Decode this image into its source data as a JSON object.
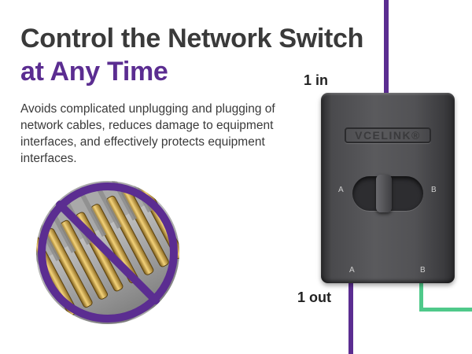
{
  "headline": {
    "line1": "Control the Network Switch",
    "line2": "at Any Time"
  },
  "description": "Avoids complicated unplugging and plugging of network cables, reduces damage to equipment interfaces, and effectively protects equipment interfaces.",
  "labels": {
    "in": "1 in",
    "out": "1 out"
  },
  "device": {
    "brand": "VCELINK®",
    "left_port": "A",
    "right_port": "B",
    "bottom_left_port": "A",
    "bottom_right_port": "B"
  },
  "colors": {
    "accent_purple": "#5b2d91",
    "cable_green": "#4fc98a",
    "text_dark": "#3a3a3a"
  },
  "icons": {
    "prohibited_connector": "crossed-out-rj45-connector-icon"
  }
}
